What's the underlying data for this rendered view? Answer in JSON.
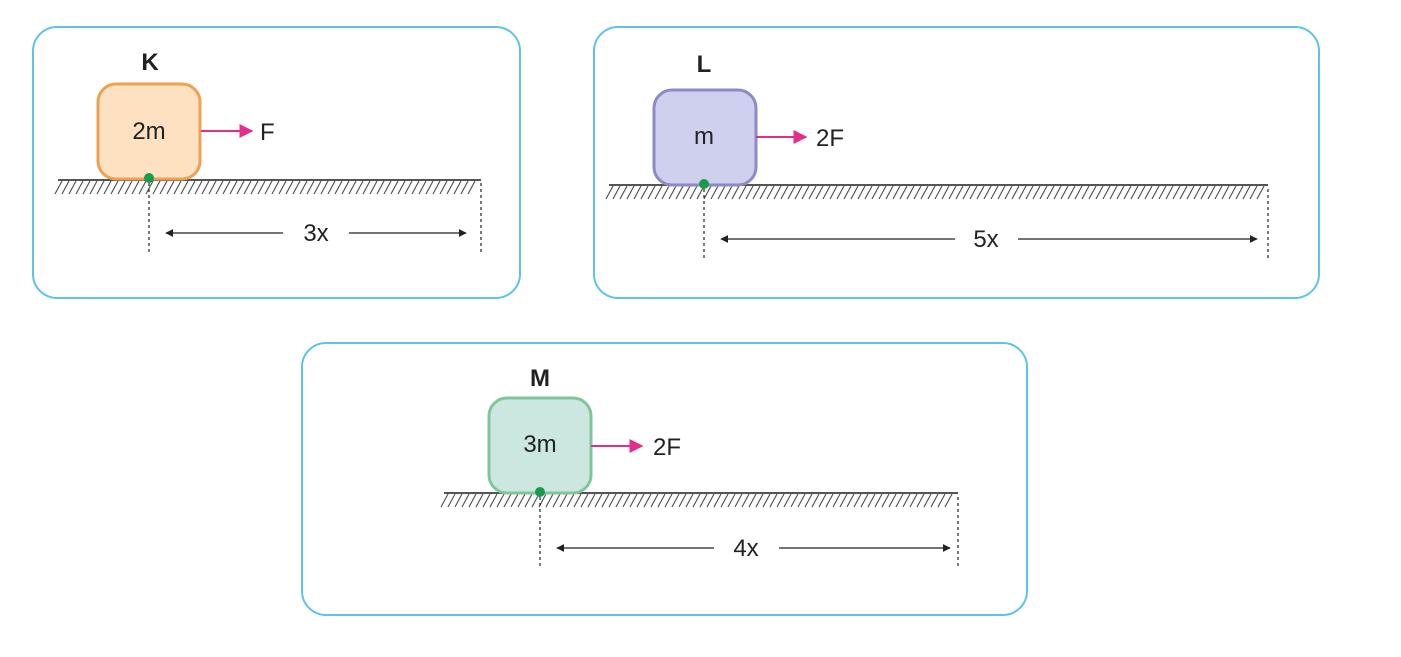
{
  "panels": [
    {
      "id": "K",
      "label": "K",
      "mass": "2m",
      "force": "F",
      "distance": "3x",
      "block_fill": "#fde1c0",
      "block_stroke": "#f0a052"
    },
    {
      "id": "L",
      "label": "L",
      "mass": "m",
      "force": "2F",
      "distance": "5x",
      "block_fill": "#cfd0ee",
      "block_stroke": "#8f89c6"
    },
    {
      "id": "M",
      "label": "M",
      "mass": "3m",
      "force": "2F",
      "distance": "4x",
      "block_fill": "#cce7df",
      "block_stroke": "#80c59b"
    }
  ],
  "colors": {
    "panel_border": "#5cc3ea",
    "force_arrow": "#e52e8c",
    "contact_dot": "#1a9a4a",
    "ground": "#555555"
  }
}
